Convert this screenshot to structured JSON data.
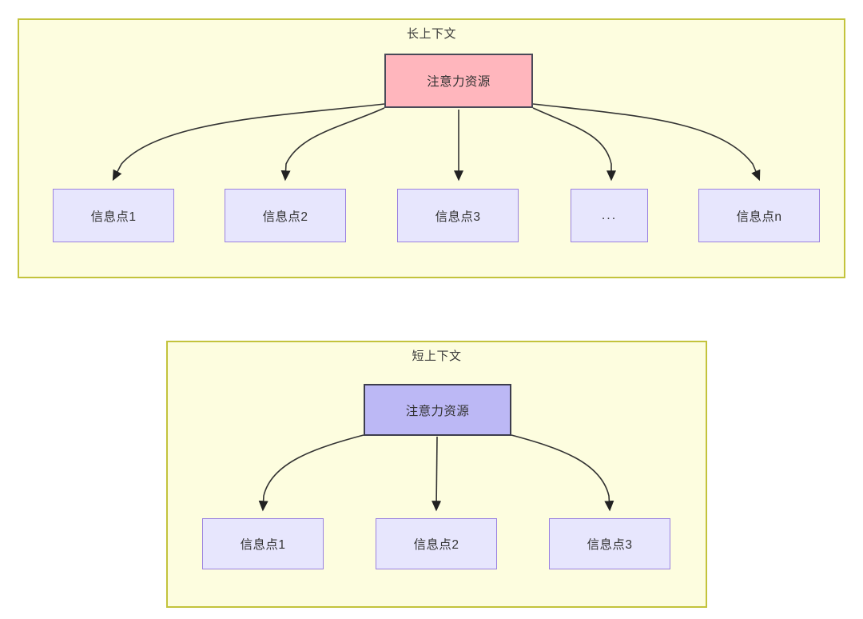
{
  "diagram": {
    "panels": [
      {
        "id": "long-context",
        "title": "长上下文",
        "root": {
          "label": "注意力资源",
          "fill": "#ffb6bd",
          "stroke": "#4a4a58"
        },
        "children": [
          {
            "label": "信息点1"
          },
          {
            "label": "信息点2"
          },
          {
            "label": "信息点3"
          },
          {
            "label": "..."
          },
          {
            "label": "信息点n"
          }
        ]
      },
      {
        "id": "short-context",
        "title": "短上下文",
        "root": {
          "label": "注意力资源",
          "fill": "#bcb8f5",
          "stroke": "#3d3d4d"
        },
        "children": [
          {
            "label": "信息点1"
          },
          {
            "label": "信息点2"
          },
          {
            "label": "信息点3"
          }
        ]
      }
    ],
    "colors": {
      "panel_fill": "#fdfddf",
      "panel_stroke": "#c3c33c",
      "info_fill": "#e7e6fd",
      "info_stroke": "#9a81e0",
      "edge_stroke": "#333333",
      "text": "#333333"
    }
  }
}
